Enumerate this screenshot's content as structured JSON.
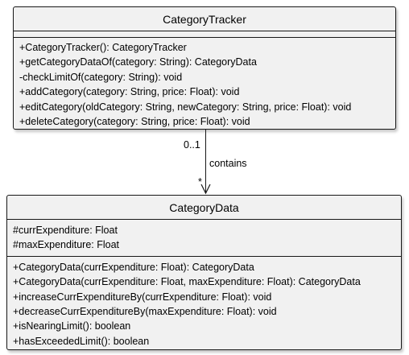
{
  "diagram": {
    "classes": [
      {
        "name": "CategoryTracker",
        "attributes": [],
        "methods": [
          "+CategoryTracker(): CategoryTracker",
          "+getCategoryDataOf(category: String): CategoryData",
          "-checkLimitOf(category: String): void",
          "+addCategory(category: String, price: Float): void",
          "+editCategory(oldCategory: String, newCategory: String, price: Float): void",
          "+deleteCategory(category: String, price: Float): void"
        ]
      },
      {
        "name": "CategoryData",
        "attributes": [
          "#currExpenditure: Float",
          "#maxExpenditure: Float"
        ],
        "methods": [
          "+CategoryData(currExpenditure: Float): CategoryData",
          "+CategoryData(currExpenditure: Float, maxExpenditure: Float): CategoryData",
          "+increaseCurrExpenditureBy(currExpenditure: Float): void",
          "+decreaseCurrExpenditureBy(maxExpenditure: Float): void",
          "+isNearingLimit(): boolean",
          "+hasExceededLimit(): boolean"
        ]
      }
    ],
    "association": {
      "from": "CategoryTracker",
      "to": "CategoryData",
      "label": "contains",
      "source_multiplicity": "0..1",
      "target_multiplicity": "*"
    }
  },
  "colors": {
    "class_fill": "#f1f1f1",
    "border": "#181818",
    "text": "#000000"
  }
}
